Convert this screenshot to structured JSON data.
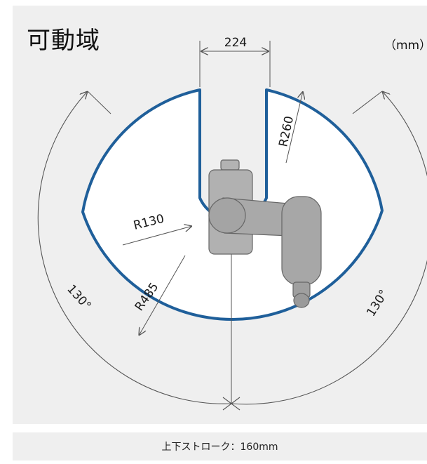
{
  "title": "可動域",
  "unit": "（mm）",
  "dimensions": {
    "gap_width": "224",
    "outer_radius": "R485",
    "inner_radius": "R130",
    "upper_radius": "R260",
    "left_angle": "130°",
    "right_angle": "130°"
  },
  "footer": {
    "stroke_text": "上下ストローク：160mm"
  },
  "colors": {
    "boundary": "#1f5f9a",
    "background": "#efefef",
    "robot": "#a9a9a9"
  }
}
